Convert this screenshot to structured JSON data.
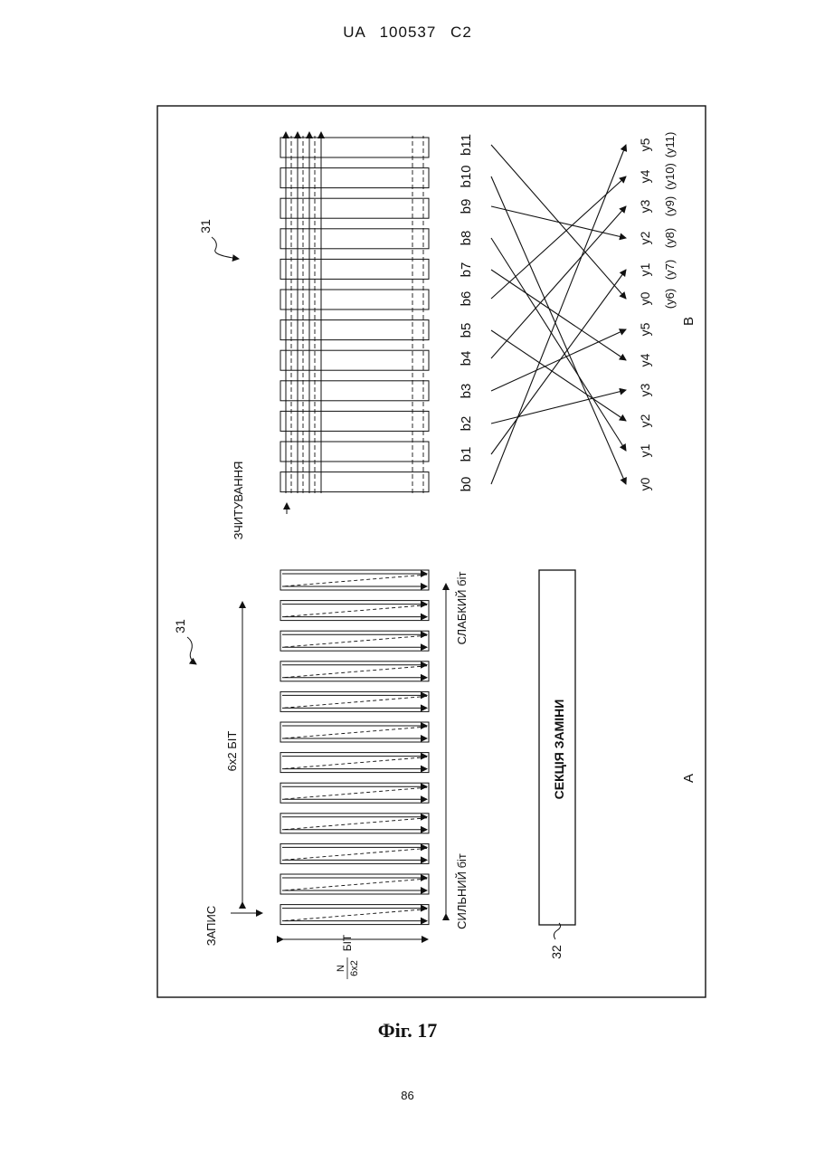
{
  "header": {
    "patent_id": "UA   100537   C2"
  },
  "figure": {
    "part_a": {
      "ref_number": "31",
      "write_label": "ЗАПИС",
      "column_label": "6x2 БІТ",
      "row_label_fraction_num": "N",
      "row_label_fraction_den": "6x2",
      "row_label_unit": "БІТ",
      "msb_label": "СИЛЬНИЙ біт",
      "lsb_label": "СЛАБКИЙ біт",
      "section_label": "СЕКЦІЯ ЗАМІНИ",
      "section_ref": "32",
      "part_letter": "A"
    },
    "part_b": {
      "ref_number": "31",
      "read_label": "ЗЧИТУВАННЯ",
      "part_letter": "B",
      "bits": [
        "b0",
        "b1",
        "b2",
        "b3",
        "b4",
        "b5",
        "b6",
        "b7",
        "b8",
        "b9",
        "b10",
        "b11"
      ],
      "symbols": [
        "y0",
        "y1",
        "y2",
        "y3",
        "y4",
        "y5",
        "y0",
        "y1",
        "y2",
        "y3",
        "y4",
        "y5"
      ],
      "symbols_second": [
        "(y6)",
        "(y7)",
        "(y8)",
        "(y9)",
        "(y10)",
        "(y11)"
      ]
    }
  },
  "caption": "Фіг. 17",
  "page_number": "86"
}
